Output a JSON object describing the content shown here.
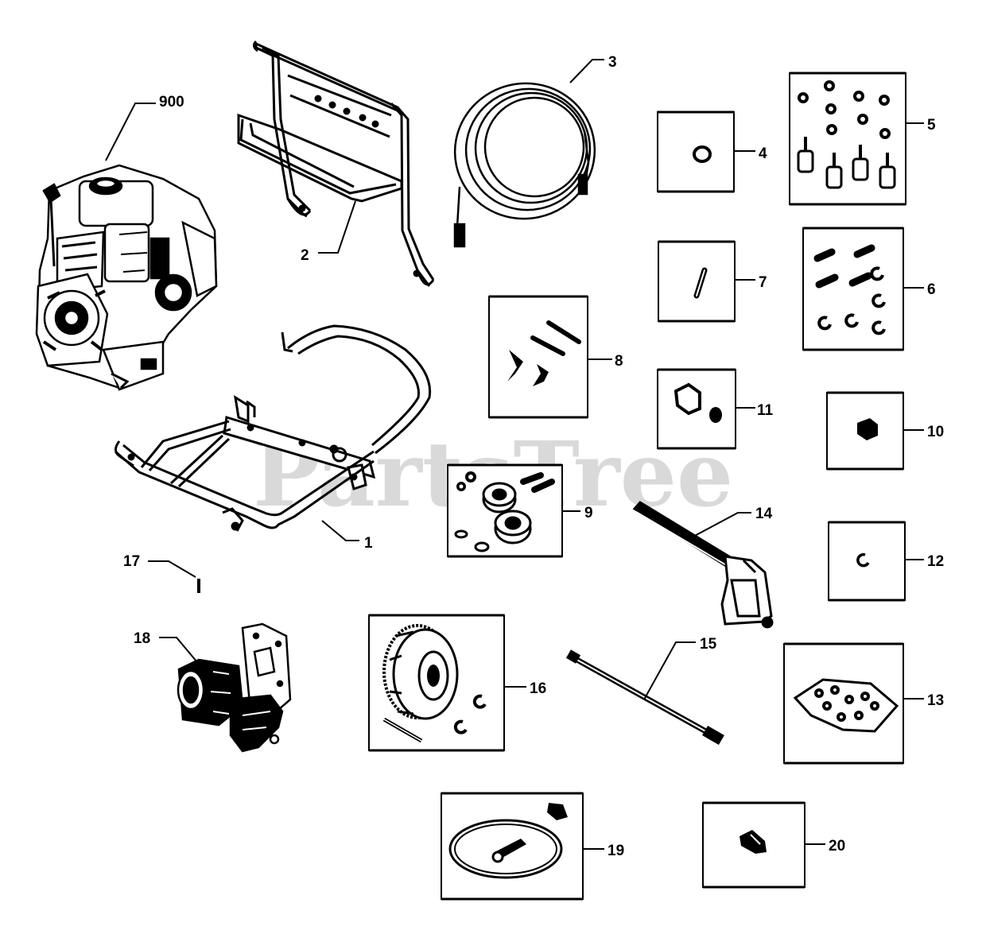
{
  "diagram": {
    "watermark": "PartsTree",
    "watermark_mark": "TM",
    "callouts": [
      {
        "id": "p900",
        "label": "900"
      },
      {
        "id": "p2",
        "label": "2"
      },
      {
        "id": "p3",
        "label": "3"
      },
      {
        "id": "p4",
        "label": "4"
      },
      {
        "id": "p5",
        "label": "5"
      },
      {
        "id": "p7",
        "label": "7"
      },
      {
        "id": "p6",
        "label": "6"
      },
      {
        "id": "p8",
        "label": "8"
      },
      {
        "id": "p11",
        "label": "11"
      },
      {
        "id": "p10",
        "label": "10"
      },
      {
        "id": "p1",
        "label": "1"
      },
      {
        "id": "p9",
        "label": "9"
      },
      {
        "id": "p14",
        "label": "14"
      },
      {
        "id": "p12",
        "label": "12"
      },
      {
        "id": "p17",
        "label": "17"
      },
      {
        "id": "p18",
        "label": "18"
      },
      {
        "id": "p15",
        "label": "15"
      },
      {
        "id": "p16",
        "label": "16"
      },
      {
        "id": "p13",
        "label": "13"
      },
      {
        "id": "p19",
        "label": "19"
      },
      {
        "id": "p20",
        "label": "20"
      }
    ]
  }
}
